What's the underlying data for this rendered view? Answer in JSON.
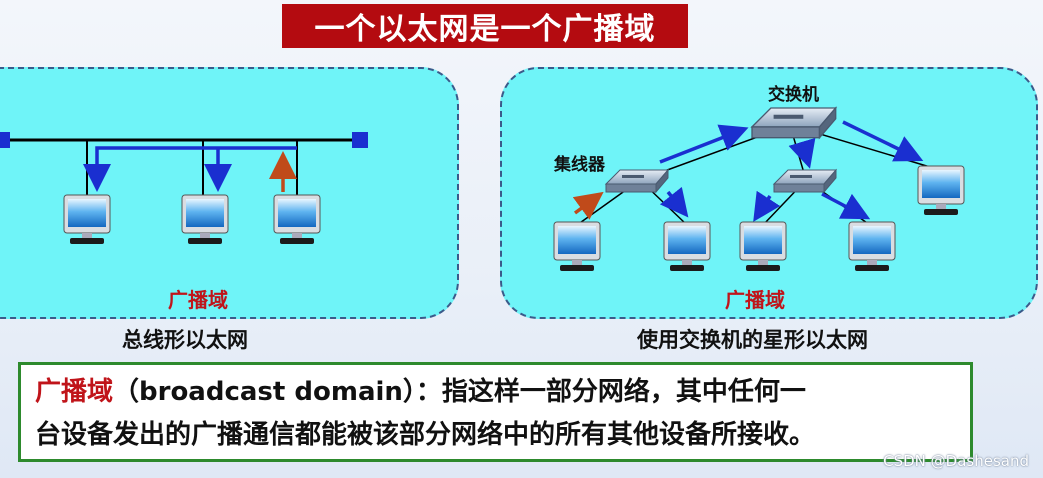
{
  "title": "一个以太网是一个广播域",
  "left_panel": {
    "domain_label": "广播域",
    "caption": "总线形以太网"
  },
  "right_panel": {
    "switch_label": "交换机",
    "hub_label": "集线器",
    "domain_label": "广播域",
    "caption": "使用交换机的星形以太网"
  },
  "definition": {
    "term": "广播域",
    "text_line1": "（broadcast domain）：指这样一部分网络，其中任何一",
    "text_line2": "台设备发出的广播通信都能被该部分网络中的所有其他设备所接收。"
  },
  "watermark": "CSDN @Dashesand",
  "colors": {
    "banner": "#b40b10",
    "panel_fill": "#6ff4f8",
    "arrow_blue": "#1a2fd0",
    "arrow_red": "#c04a1a",
    "border_green": "#2d8a2d"
  }
}
